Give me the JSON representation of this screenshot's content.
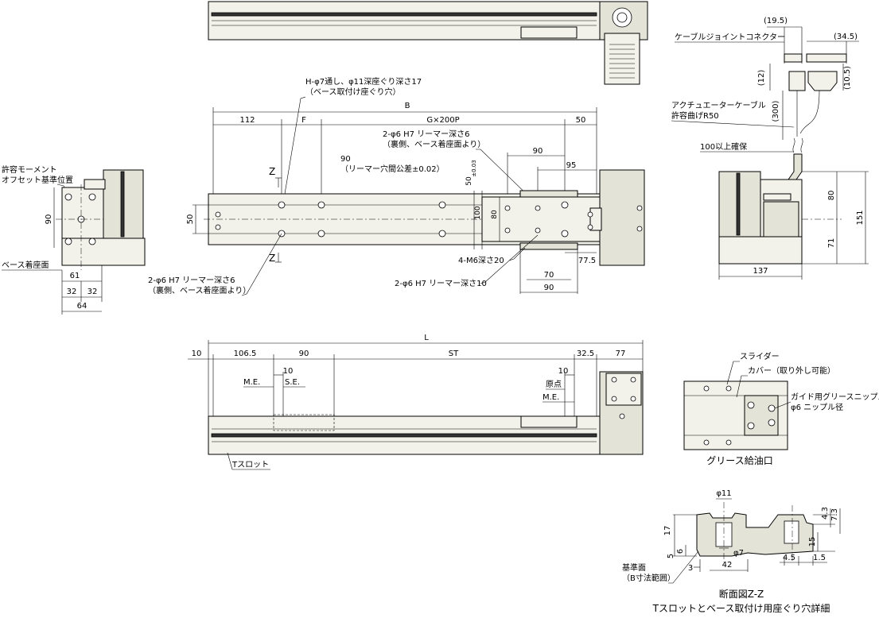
{
  "top_view": {
    "dim_B": "B",
    "dim_112": "112",
    "dim_F": "F",
    "dim_G": "G×200P",
    "dim_50_right": "50",
    "dim_90_upper": "90",
    "dim_95": "95",
    "dim_50_left": "50",
    "dim_50_tol": "50",
    "dim_50_tol_sup": "±0.03",
    "dim_100": "100",
    "dim_80": "80",
    "dim_77_5": "77.5",
    "dim_70": "70",
    "dim_90_lower": "90",
    "z_upper": "Z",
    "z_lower": "Z",
    "note_h_line1": "H-φ7通し、φ11深座ぐり深さ17",
    "note_h_line2": "（ベース取付け座ぐり穴）",
    "note_reamer_top_line1": "2-φ6 H7 リーマー深さ6",
    "note_reamer_top_line2": "（裏側、ベース着座面より）",
    "note_tol_line1": "90",
    "note_tol_line2": "（リーマー穴間公差±0.02）",
    "note_m6": "4-M6深さ20",
    "note_reamer_bottom_left_line1": "2-φ6 H7 リーマー深さ6",
    "note_reamer_bottom_left_line2": "（裏側、ベース着座面より）",
    "note_reamer_bottom_right": "2-φ6 H7 リーマー深さ10"
  },
  "left_view": {
    "note_moment_line1": "許容モーメント",
    "note_moment_line2": "オフセット基準位置",
    "note_base": "ベース着座面",
    "dim_90": "90",
    "dim_61": "61",
    "dim_32a": "32",
    "dim_32b": "32",
    "dim_64": "64"
  },
  "right_view": {
    "dim_19_5": "(19.5)",
    "dim_34_5": "(34.5)",
    "dim_12": "(12)",
    "dim_10_5": "(10.5)",
    "dim_300": "(300)",
    "note_connector": "ケーブルジョイントコネクター",
    "note_cable_line1": "アクチュエーターケーブル",
    "note_cable_line2": "許容曲げR50",
    "note_clearance": "100以上確保",
    "dim_80": "80",
    "dim_151": "151",
    "dim_71": "71",
    "dim_137": "137"
  },
  "front_view": {
    "dim_L": "L",
    "dim_10_left": "10",
    "dim_106_5": "106.5",
    "dim_90": "90",
    "dim_ST": "ST",
    "dim_32_5": "32.5",
    "dim_77": "77",
    "dim_10_me": "10",
    "dim_10_right": "10",
    "label_me_left": "M.E.",
    "label_se": "S.E.",
    "label_origin": "原点",
    "label_me_right": "M.E.",
    "label_tslot": "Tスロット"
  },
  "grease_detail": {
    "note_slider": "スライダー",
    "note_cover": "カバー（取り外し可能）",
    "note_nipple_line1": "ガイド用グリースニップル",
    "note_nipple_line2": "φ6 ニップル径",
    "caption": "グリース給油口"
  },
  "section_detail": {
    "dim_phi11": "φ11",
    "dim_phi7": "φ7",
    "dim_17": "17",
    "dim_5": "5",
    "dim_6": "6",
    "dim_3": "3",
    "dim_42": "42",
    "dim_4_3": "4.3",
    "dim_7_3": "7.3",
    "dim_15": "15",
    "dim_4_5": "4.5",
    "dim_1_5": "1.5",
    "note_ref_line1": "基準面",
    "note_ref_line2": "（B寸法範囲）",
    "caption_line1": "断面図Z-Z",
    "caption_line2": "Tスロットとベース取付け用座ぐり穴詳細"
  }
}
